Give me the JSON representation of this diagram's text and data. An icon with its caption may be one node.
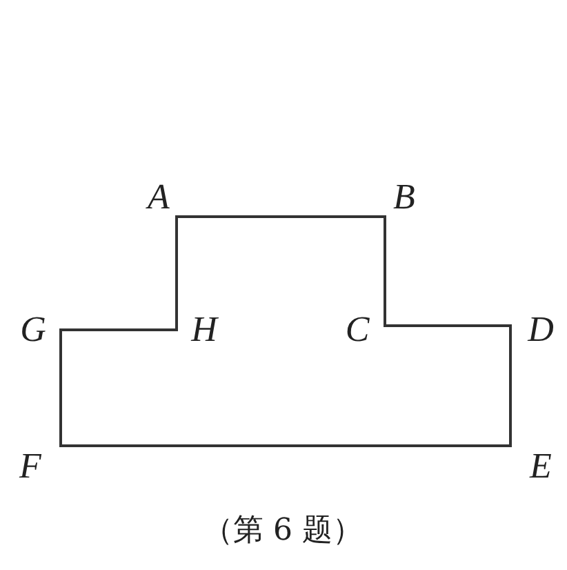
{
  "diagram": {
    "caption": "（第 6 题）",
    "labels": [
      "A",
      "B",
      "G",
      "H",
      "C",
      "D",
      "F",
      "E"
    ]
  }
}
